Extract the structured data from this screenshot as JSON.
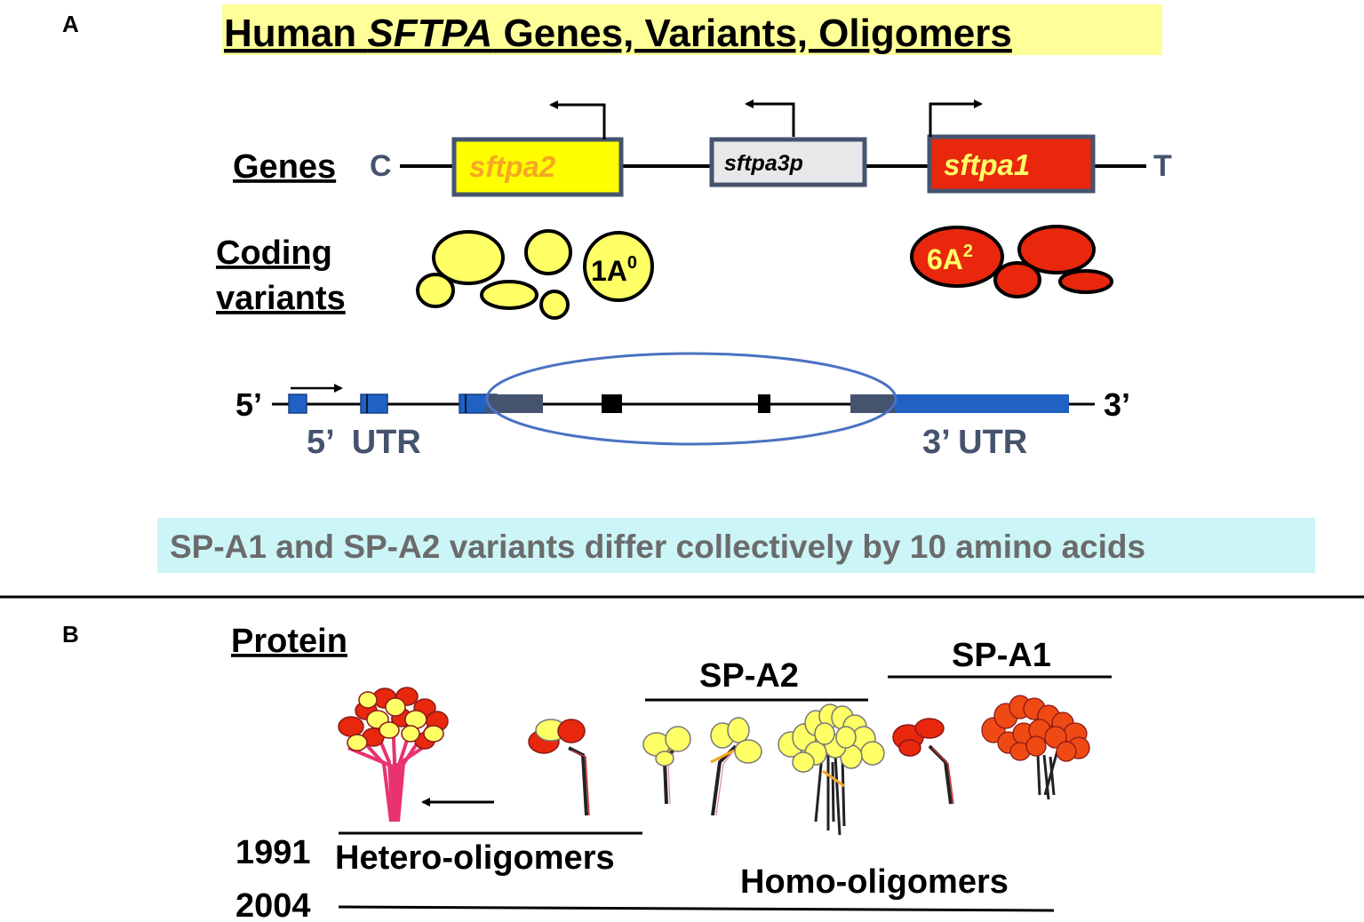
{
  "panel_a": {
    "label": "A",
    "title_prefix": "Human ",
    "title_gene": "SFTPA",
    "title_suffix": " Genes, Variants, Oligomers",
    "genes_label": "Genes",
    "left_end": "C",
    "right_end": "T",
    "gene_1": "sftpa2",
    "gene_2": "sftpa3p",
    "gene_3": "sftpa1",
    "variants_label_line1": "Coding",
    "variants_label_line2": "variants",
    "variant_a2_base": "1A",
    "variant_a2_sup": "0",
    "variant_a1_base": "6A",
    "variant_a1_sup": "2",
    "five_prime": "5’",
    "three_prime": "3’",
    "five_utr": "5’  UTR",
    "three_utr": "3’ UTR",
    "note": "SP-A1 and SP-A2 variants differ collectively by 10 amino acids"
  },
  "panel_b": {
    "label": "B",
    "protein_label": "Protein",
    "sp_a2_label": "SP-A2",
    "sp_a1_label": "SP-A1",
    "year_1": "1991",
    "year_2": "2004",
    "hetero_label": "Hetero-oligomers",
    "homo_label": "Homo-oligomers"
  },
  "colors": {
    "yellow": "#ffff66",
    "red": "#e8270d",
    "orange_red": "#f04a14",
    "blue": "#1f62c4",
    "slate": "#46536e",
    "title_highlight": "#ffff99",
    "note_highlight": "#ccf5f7"
  }
}
